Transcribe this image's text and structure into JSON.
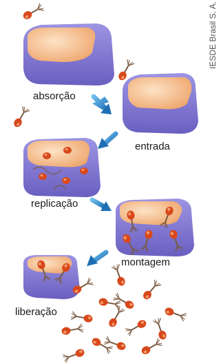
{
  "steps": {
    "absorcao": "absorção",
    "entrada": "entrada",
    "replicacao": "replicação",
    "montagem": "montagem",
    "liberacao": "liberação"
  },
  "credit": "IESDE Brasil S. A.",
  "colors": {
    "cell": "#8a7fd6",
    "cell_shadow": "#5f55b0",
    "nucleus": "#f6c89c",
    "phage_head": "#d8481c",
    "phage_tail": "#8a6a50",
    "arrow": "#2e8fd0"
  }
}
